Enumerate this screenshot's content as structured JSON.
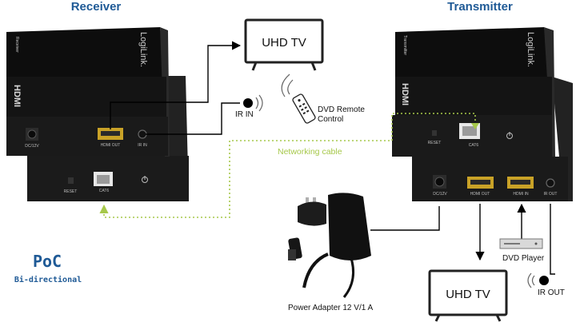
{
  "headings": {
    "receiver": "Receiver",
    "transmitter": "Transmitter"
  },
  "receiver_unit": {
    "side_label": "Receiver",
    "brand": "LogiLink.",
    "hdmi_logo": "HDMI",
    "ports_front": [
      "DC/12V",
      "HDMI OUT",
      "IR IN"
    ],
    "ports_back": [
      "RESET",
      "CAT6"
    ]
  },
  "transmitter_unit": {
    "side_label": "Transmitter",
    "brand": "LogiLink.",
    "hdmi_logo": "HDMI",
    "ports_front": [
      "RESET",
      "CAT6"
    ],
    "ports_back": [
      "DC/12V",
      "HDMI OUT",
      "HDMI IN",
      "IR OUT"
    ]
  },
  "devices": {
    "tv_top": "UHD TV",
    "tv_bottom": "UHD TV",
    "ir_in": "IR IN",
    "ir_out": "IR OUT",
    "remote_line1": "DVD Remote",
    "remote_line2": "Control",
    "dvd_player": "DVD Player",
    "power_adapter": "Power Adapter 12 V/1 A",
    "networking_cable": "Networking cable"
  },
  "poc": {
    "title": "PoC",
    "subtitle": "Bi-directional"
  },
  "colors": {
    "heading": "#1f5a96",
    "device_body": "#151515",
    "hdmi_port": "#c9a227",
    "network_cable": "#a6c84a"
  }
}
